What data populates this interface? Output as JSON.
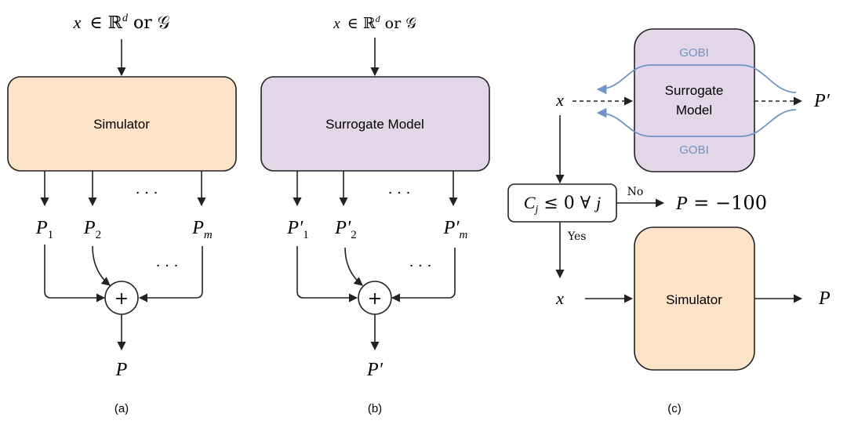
{
  "panel_a": {
    "input": "x ∈ ℝ",
    "input_sup": "d",
    "input_or": " or ",
    "input_g": "𝒢",
    "box": "Simulator",
    "dots_top": "· · ·",
    "dots_mid": "· · ·",
    "outputs": [
      {
        "base": "P",
        "sub": "1"
      },
      {
        "base": "P",
        "sub": "2"
      },
      {
        "base": "P",
        "sub": "m"
      }
    ],
    "sum_symbol": "+",
    "result": "P",
    "caption": "(a)"
  },
  "panel_b": {
    "input": "x ∈ ℝ",
    "input_sup": "d",
    "input_or": " or ",
    "input_g": "𝒢",
    "box": "Surrogate Model",
    "dots_top": "· · ·",
    "dots_mid": "· · ·",
    "outputs": [
      {
        "base": "P′",
        "sub": "1"
      },
      {
        "base": "P′",
        "sub": "2"
      },
      {
        "base": "P′",
        "sub": "m"
      }
    ],
    "sum_symbol": "+",
    "result": "P′",
    "caption": "(b)"
  },
  "panel_c": {
    "x_top": "x",
    "surrogate_line1": "Surrogate",
    "surrogate_line2": "Model",
    "gobi_top": "GOBI",
    "gobi_bottom": "GOBI",
    "p_prime": "P′",
    "constraint_c": "C",
    "constraint_sub": "j",
    "constraint_rest": " ≤ 0 ∀ ",
    "constraint_j": "j",
    "no_label": "No",
    "penalty_p": "P",
    "penalty_rest": " = −100",
    "yes_label": "Yes",
    "x_bottom": "x",
    "simulator": "Simulator",
    "p_out": "P",
    "caption": "(c)"
  },
  "colors": {
    "simulator_fill": "#fde3c8",
    "surrogate_fill": "#e3d6e8",
    "gobi_blue": "#6f94c6",
    "stroke": "#222222"
  }
}
